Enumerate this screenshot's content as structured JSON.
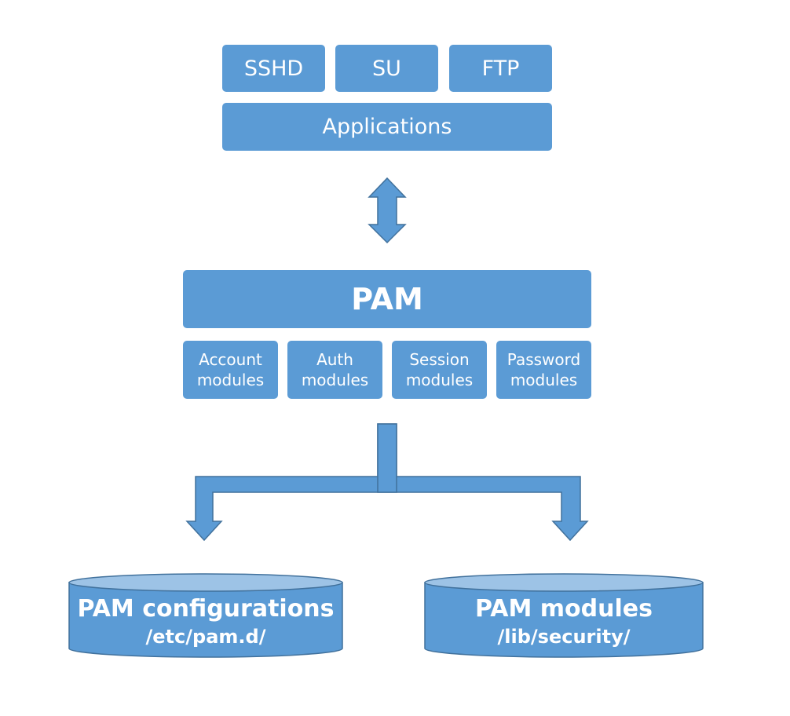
{
  "applications": {
    "items": [
      "SSHD",
      "SU",
      "FTP"
    ],
    "label": "Applications"
  },
  "pam": {
    "label": "PAM",
    "modules": [
      {
        "line1": "Account",
        "line2": "modules"
      },
      {
        "line1": "Auth",
        "line2": "modules"
      },
      {
        "line1": "Session",
        "line2": "modules"
      },
      {
        "line1": "Password",
        "line2": "modules"
      }
    ]
  },
  "storage": [
    {
      "title": "PAM configurations",
      "path": "/etc/pam.d/"
    },
    {
      "title": "PAM modules",
      "path": "/lib/security/"
    }
  ],
  "colors": {
    "box_fill": "#5b9bd5",
    "box_stroke": "#41719c",
    "cylinder_top": "#9dc3e6",
    "text": "#ffffff"
  }
}
